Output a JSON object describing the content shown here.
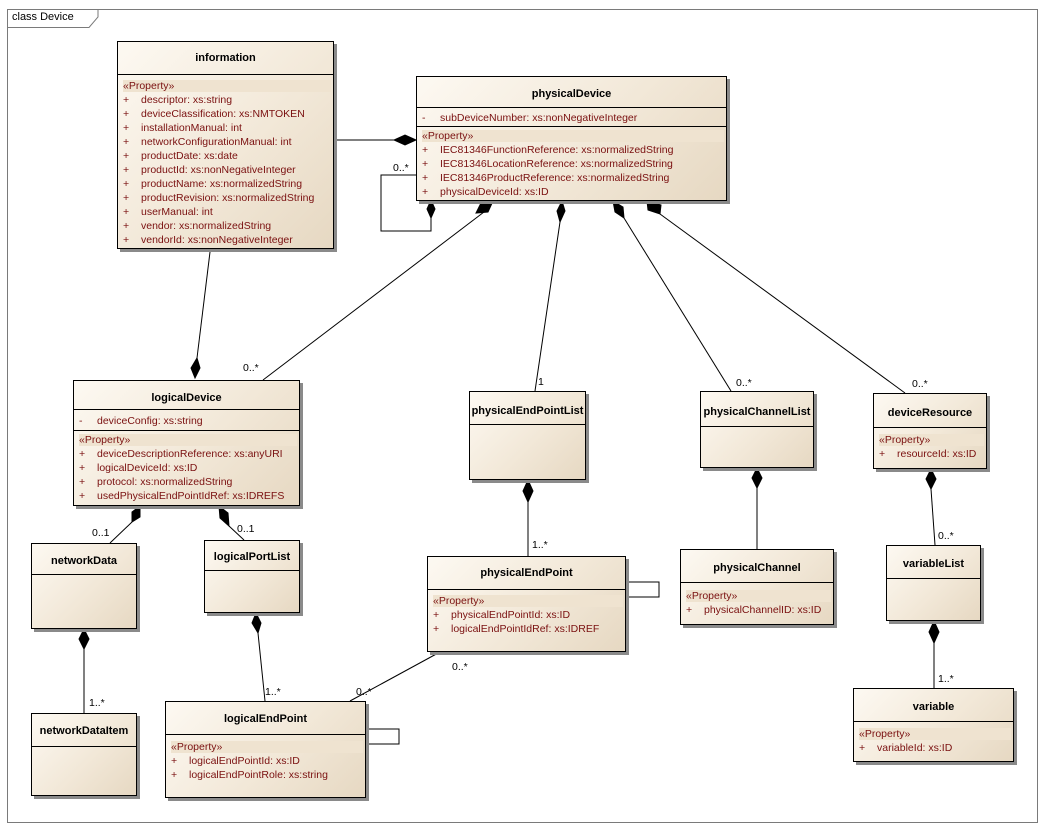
{
  "frame": {
    "title": "class Device"
  },
  "classes": {
    "information": {
      "name": "information",
      "stereotype": "«Property»",
      "attributes": [
        {
          "vis": "+",
          "text": "descriptor:  xs:string"
        },
        {
          "vis": "+",
          "text": "deviceClassification:  xs:NMTOKEN"
        },
        {
          "vis": "+",
          "text": "installationManual:  int"
        },
        {
          "vis": "+",
          "text": "networkConfigurationManual:  int"
        },
        {
          "vis": "+",
          "text": "productDate:  xs:date"
        },
        {
          "vis": "+",
          "text": "productId:  xs:nonNegativeInteger"
        },
        {
          "vis": "+",
          "text": "productName:  xs:normalizedString"
        },
        {
          "vis": "+",
          "text": "productRevision:  xs:normalizedString"
        },
        {
          "vis": "+",
          "text": "userManual:  int"
        },
        {
          "vis": "+",
          "text": "vendor:  xs:normalizedString"
        },
        {
          "vis": "+",
          "text": "vendorId:  xs:nonNegativeInteger"
        }
      ]
    },
    "physicalDevice": {
      "name": "physicalDevice",
      "private_attributes": [
        {
          "vis": "-",
          "text": "subDeviceNumber:  xs:nonNegativeInteger"
        }
      ],
      "stereotype": "«Property»",
      "attributes": [
        {
          "vis": "+",
          "text": "IEC81346FunctionReference:  xs:normalizedString"
        },
        {
          "vis": "+",
          "text": "IEC81346LocationReference:  xs:normalizedString"
        },
        {
          "vis": "+",
          "text": "IEC81346ProductReference:  xs:normalizedString"
        },
        {
          "vis": "+",
          "text": "physicalDeviceId:  xs:ID"
        }
      ]
    },
    "logicalDevice": {
      "name": "logicalDevice",
      "private_attributes": [
        {
          "vis": "-",
          "text": "deviceConfig:  xs:string"
        }
      ],
      "stereotype": "«Property»",
      "attributes": [
        {
          "vis": "+",
          "text": "deviceDescriptionReference:  xs:anyURI"
        },
        {
          "vis": "+",
          "text": "logicalDeviceId:  xs:ID"
        },
        {
          "vis": "+",
          "text": "protocol:  xs:normalizedString"
        },
        {
          "vis": "+",
          "text": "usedPhysicalEndPointIdRef:  xs:IDREFS"
        }
      ]
    },
    "physicalEndPointList": {
      "name": "physicalEndPointList"
    },
    "physicalChannelList": {
      "name": "physicalChannelList"
    },
    "deviceResource": {
      "name": "deviceResource",
      "stereotype": "«Property»",
      "attributes": [
        {
          "vis": "+",
          "text": "resourceId:  xs:ID"
        }
      ]
    },
    "networkData": {
      "name": "networkData"
    },
    "logicalPortList": {
      "name": "logicalPortList"
    },
    "physicalEndPoint": {
      "name": "physicalEndPoint",
      "stereotype": "«Property»",
      "attributes": [
        {
          "vis": "+",
          "text": "physicalEndPointId:  xs:ID"
        },
        {
          "vis": "+",
          "text": "logicalEndPointIdRef:  xs:IDREF"
        }
      ]
    },
    "physicalChannel": {
      "name": "physicalChannel",
      "stereotype": "«Property»",
      "attributes": [
        {
          "vis": "+",
          "text": "physicalChannelID:  xs:ID"
        }
      ]
    },
    "variableList": {
      "name": "variableList"
    },
    "networkDataItem": {
      "name": "networkDataItem"
    },
    "logicalEndPoint": {
      "name": "logicalEndPoint",
      "stereotype": "«Property»",
      "attributes": [
        {
          "vis": "+",
          "text": "logicalEndPointId:  xs:ID"
        },
        {
          "vis": "+",
          "text": "logicalEndPointRole:  xs:string"
        }
      ]
    },
    "variable": {
      "name": "variable",
      "stereotype": "«Property»",
      "attributes": [
        {
          "vis": "+",
          "text": "variableId:  xs:ID"
        }
      ]
    }
  },
  "multiplicities": {
    "pd_self": "0..*",
    "pd_logicalDevice": "0..*",
    "pd_physicalEndPointList": "1",
    "pd_physicalChannelList": "0..*",
    "pd_deviceResource": "0..*",
    "ld_networkData": "0..1",
    "ld_logicalPortList": "0..1",
    "pepl_physicalEndPoint": "1..*",
    "nd_networkDataItem": "1..*",
    "lpl_logicalEndPoint": "1..*",
    "pep_logicalEndPoint_a": "0..*",
    "pep_logicalEndPoint_b": "0..*",
    "dr_variableList": "0..*",
    "vl_variable": "1..*"
  },
  "colors": {
    "attribute_text": "#7a1010",
    "class_fill": "#f2e8d8",
    "stereotype_band": "#efe3d0",
    "line": "#000000"
  }
}
